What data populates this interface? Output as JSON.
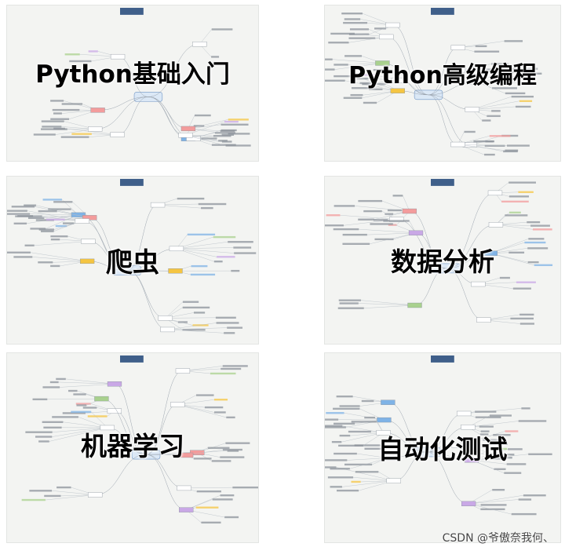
{
  "panels": [
    {
      "title": "Python基础入门"
    },
    {
      "title": "Python高级编程"
    },
    {
      "title": "爬虫"
    },
    {
      "title": "数据分析"
    },
    {
      "title": "机器学习"
    },
    {
      "title": "自动化测试"
    }
  ],
  "watermark": "CSDN @爷傲奈我何、"
}
